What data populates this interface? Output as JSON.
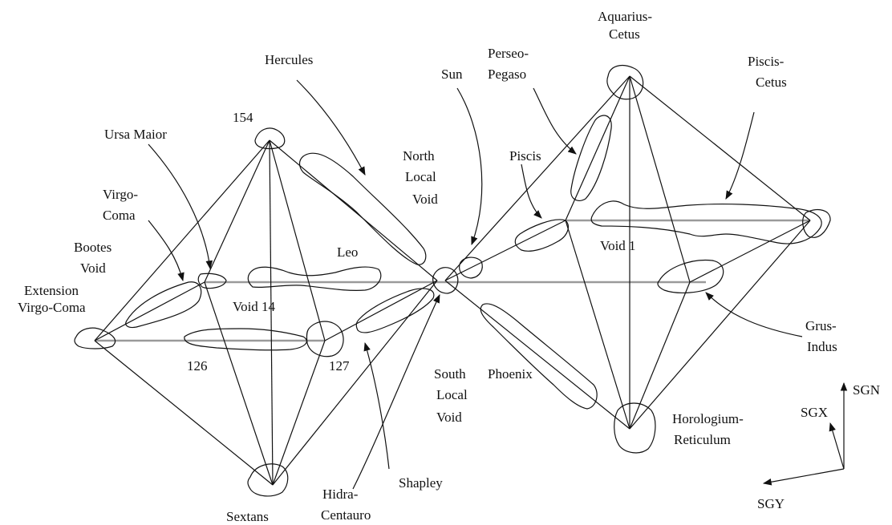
{
  "labels": {
    "aquarius_cetus": [
      "Aquarius-",
      "Cetus"
    ],
    "perseo_pegaso": [
      "Perseo-",
      "Pegaso"
    ],
    "piscis_cetus": [
      "Piscis-",
      "Cetus"
    ],
    "hercules": "Hercules",
    "sun": "Sun",
    "n154": "154",
    "ursa_maior": "Ursa Maior",
    "north_local_void": [
      "North",
      "Local",
      "Void"
    ],
    "piscis": "Piscis",
    "virgo_coma": [
      "Virgo-",
      "Coma"
    ],
    "bootes_void": [
      "Bootes",
      "Void"
    ],
    "leo": "Leo",
    "void1": "Void 1",
    "extension_virgo_coma": [
      "Extension",
      "Virgo-Coma"
    ],
    "void14": "Void 14",
    "grus_indus": [
      "Grus-",
      "Indus"
    ],
    "n126": "126",
    "n127": "127",
    "south_local_void": [
      "South",
      "Local",
      "Void"
    ],
    "phoenix": "Phoenix",
    "horologium_reticulum": [
      "Horologium-",
      "Reticulum"
    ],
    "sgn": "SGN",
    "sgx": "SGX",
    "sgy": "SGY",
    "shapley": "Shapley",
    "hidra_centauro": [
      "Hidra-",
      "Centauro"
    ],
    "sextans": "Sextans"
  }
}
